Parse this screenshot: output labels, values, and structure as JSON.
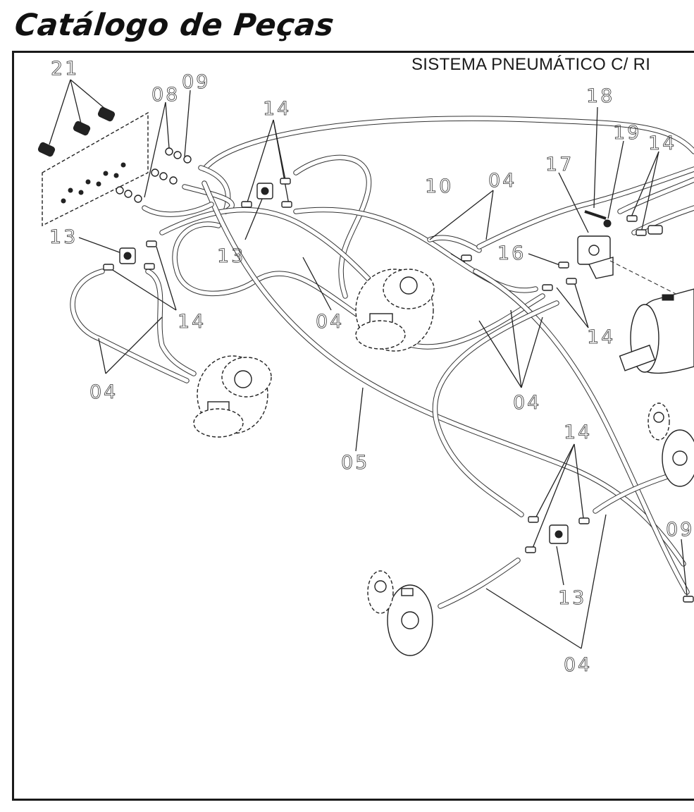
{
  "header": {
    "title": "Catálogo de Peças"
  },
  "diagram": {
    "system_title": "SISTEMA PNEUMÁTICO C/ RI",
    "callouts": [
      {
        "id": "c21",
        "label": "21"
      },
      {
        "id": "c08",
        "label": "08"
      },
      {
        "id": "c09a",
        "label": "09"
      },
      {
        "id": "c14a",
        "label": "14"
      },
      {
        "id": "c18",
        "label": "18"
      },
      {
        "id": "c19",
        "label": "19"
      },
      {
        "id": "c14b",
        "label": "14"
      },
      {
        "id": "c17",
        "label": "17"
      },
      {
        "id": "c10",
        "label": "10"
      },
      {
        "id": "c04a",
        "label": "04"
      },
      {
        "id": "c13a",
        "label": "13"
      },
      {
        "id": "c13b",
        "label": "13"
      },
      {
        "id": "c16",
        "label": "16"
      },
      {
        "id": "c14c",
        "label": "14"
      },
      {
        "id": "c04b",
        "label": "04"
      },
      {
        "id": "c14d",
        "label": "14"
      },
      {
        "id": "c04c",
        "label": "04"
      },
      {
        "id": "c04d",
        "label": "04"
      },
      {
        "id": "c05",
        "label": "05"
      },
      {
        "id": "c14e",
        "label": "14"
      },
      {
        "id": "c09b",
        "label": "09"
      },
      {
        "id": "c13c",
        "label": "13"
      },
      {
        "id": "c04e",
        "label": "04"
      }
    ]
  }
}
